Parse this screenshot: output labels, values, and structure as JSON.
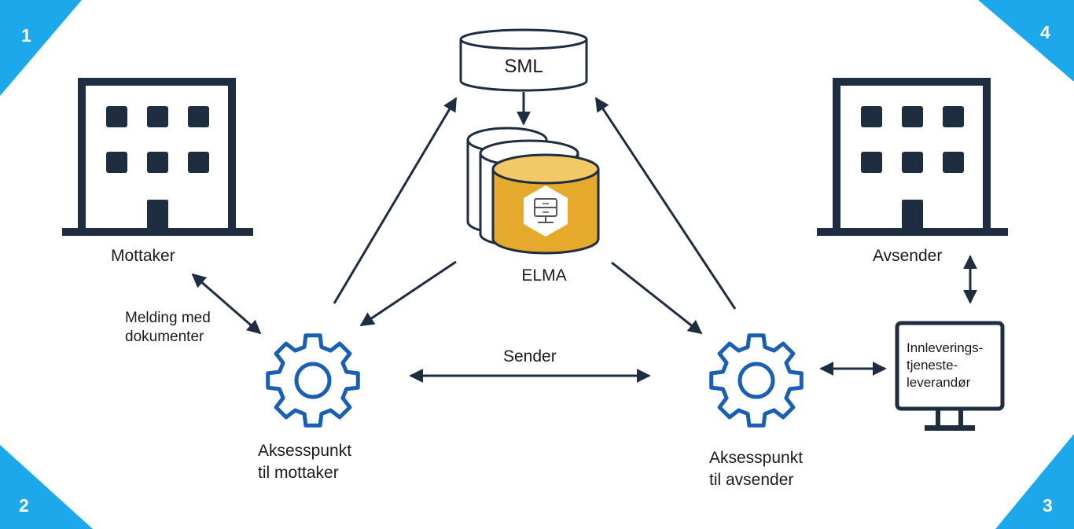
{
  "colors": {
    "navy": "#1f2d41",
    "blue": "#1a5fb4",
    "corner": "#1ea8ec",
    "gold": "#e5a92b"
  },
  "corners": [
    "1",
    "2",
    "3",
    "4"
  ],
  "nodes": {
    "sml": "SML",
    "elma": "ELMA",
    "mottaker": "Mottaker",
    "avsender": "Avsender",
    "ap_mottaker": [
      "Aksesspunkt",
      "til mottaker"
    ],
    "ap_avsender": [
      "Aksesspunkt",
      "til avsender"
    ],
    "provider": [
      "Innleverings-",
      "tjeneste-",
      "leverandør"
    ]
  },
  "edges": {
    "melding": [
      "Melding med",
      "dokumenter"
    ],
    "sender": "Sender"
  },
  "icons": {
    "building": "building-icon",
    "gear": "gear-icon",
    "database": "database-icon",
    "monitor": "monitor-icon",
    "folder_cabinet": "file-cabinet-icon"
  }
}
